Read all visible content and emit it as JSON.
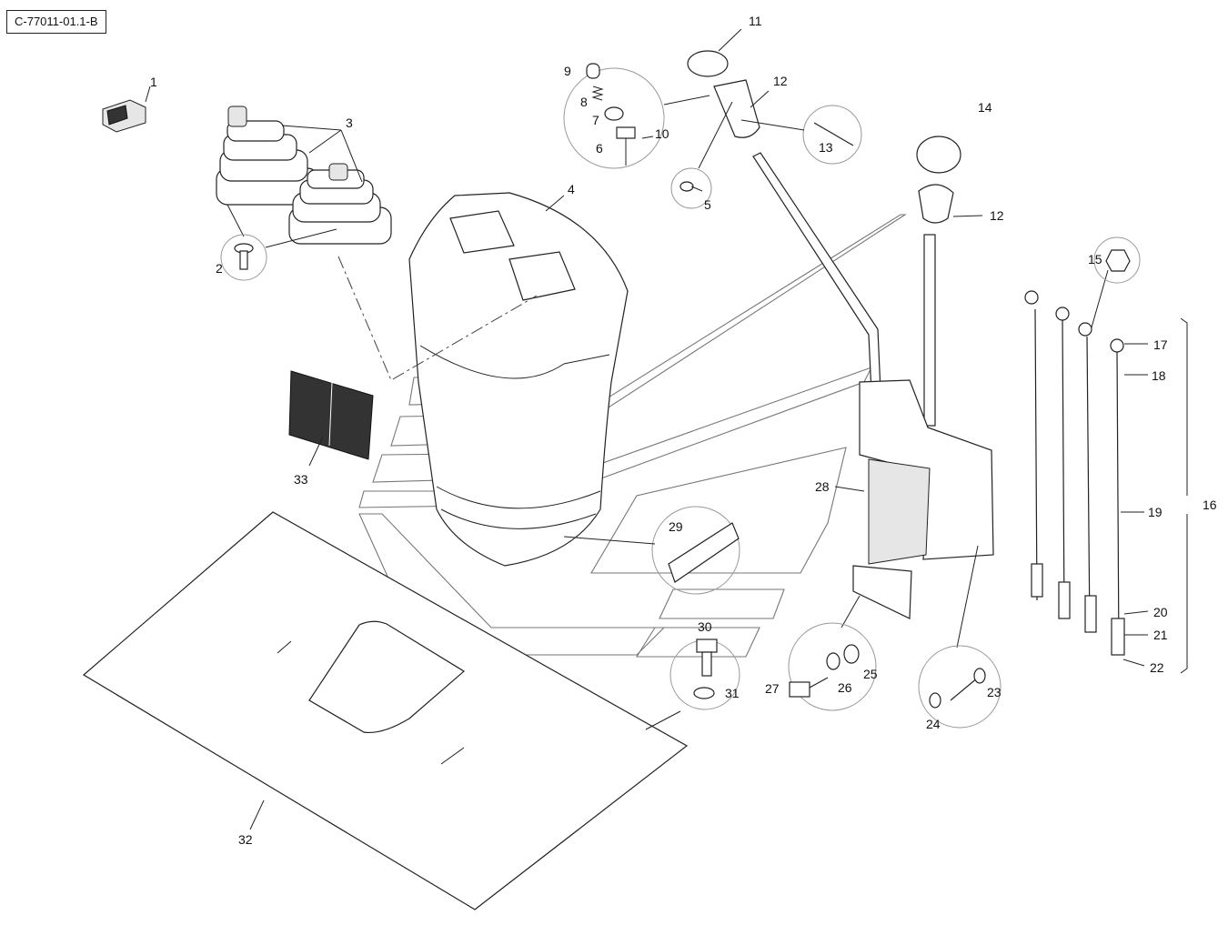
{
  "reference_code": "C-77011-01.1-B",
  "callouts": [
    "1",
    "2",
    "3",
    "4",
    "5",
    "6",
    "7",
    "8",
    "9",
    "10",
    "11",
    "12",
    "12",
    "13",
    "14",
    "15",
    "16",
    "17",
    "18",
    "19",
    "20",
    "21",
    "22",
    "23",
    "24",
    "25",
    "26",
    "27",
    "28",
    "29",
    "30",
    "31",
    "32",
    "33"
  ]
}
